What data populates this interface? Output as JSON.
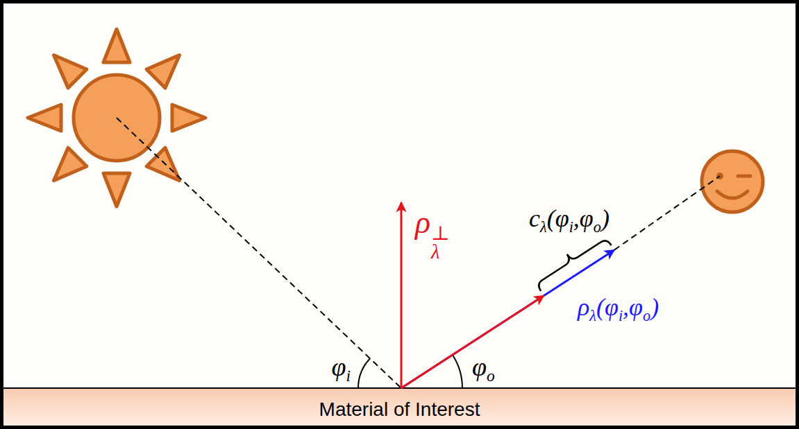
{
  "diagram": {
    "nodes": [
      {
        "text": [
          "Material of Interest"
        ]
      }
    ],
    "labels": [
      "ρλ⊥",
      "cλ(φi,φo)",
      "ρλ(φi,φo)",
      "φi",
      "φo"
    ]
  }
}
